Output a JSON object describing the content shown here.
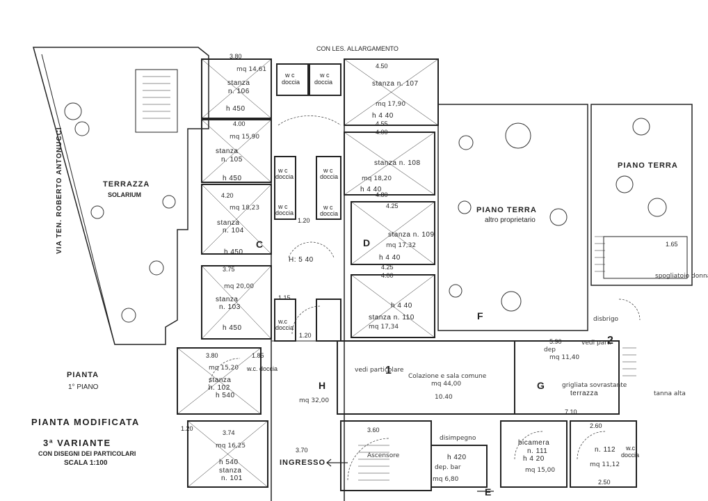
{
  "street": "VIA TEN. ROBERTO ANTONUCCI",
  "top_note": "CON LES. ALLARGAMENTO",
  "terrace": {
    "title": "TERRAZZA",
    "subtitle": "SOLARIUM"
  },
  "piano_terra_center": {
    "title": "PIANO TERRA",
    "subtitle": "altro proprietario"
  },
  "piano_terra_right": {
    "title": "PIANO TERRA"
  },
  "legend": {
    "pianta": "PIANTA",
    "piano": "1° PIANO",
    "modificata": "PIANTA MODIFICATA",
    "variante": "3ª VARIANTE",
    "disegni": "CON DISEGNI DEI PARTICOLARI",
    "scala": "SCALA 1:100"
  },
  "rooms": {
    "r106": {
      "name": "stanza",
      "num": "n. 106",
      "mq": "mq 14,61",
      "h": "h 450"
    },
    "r105": {
      "name": "stanza",
      "num": "n. 105",
      "mq": "mq 15,90",
      "h": "h 450"
    },
    "r104": {
      "name": "stanza",
      "num": "n. 104",
      "mq": "mq 18,23",
      "h": "h 450"
    },
    "r103": {
      "name": "stanza",
      "num": "n. 103",
      "mq": "mq 20,00",
      "h": "h 450"
    },
    "r102": {
      "name": "stanza",
      "num": "n. 102",
      "mq": "mq 15,20",
      "h": "h 540"
    },
    "r101": {
      "name": "stanza",
      "num": "n. 101",
      "mq": "mq 16,25",
      "h": "h 540"
    },
    "r107": {
      "name": "stanza n. 107",
      "mq": "mq 17,90",
      "h": "h 4 40"
    },
    "r108": {
      "name": "stanza n. 108",
      "mq": "mq 18,20",
      "h": "h 4 40"
    },
    "r109": {
      "name": "stanza n. 109",
      "mq": "mq 17,32",
      "h": "h 4 40"
    },
    "r110": {
      "name": "stanza n. 110",
      "mq": "mq 17,34",
      "h": "h 4 40"
    },
    "r111": {
      "name": "bicamera",
      "num": "n. 111",
      "h": "h 4 20",
      "mq": "mq 15,00"
    },
    "r112": {
      "name": "n. 112",
      "mq": "mq 11,12"
    }
  },
  "services": {
    "wc1": "w c",
    "doccia1": "doccia",
    "wc2": "w c",
    "doccia2": "doccia",
    "wc3": "w c",
    "doccia3": "doccia",
    "wc4": "w c",
    "doccia4": "doccia",
    "wc5": "w c",
    "doccia5": "doccia",
    "wc6": "w c",
    "doccia6": "doccia",
    "wc7": "w.c",
    "doccia7": "doccia",
    "wc8": "w.c. doccia",
    "wc9": "w.c",
    "doccia9": "doccia"
  },
  "central": {
    "hall_h": "H: 5 40",
    "colazione": "Colazione e sala comune",
    "colazione_mq": "mq 44,00",
    "colazione_dim": "10.40",
    "vedi_part": "vedi particolare",
    "corridor_mq": "mq 32,00",
    "ingresso": "INGRESSO",
    "ascensore": "Ascensore",
    "disimpegno": "disimpegno",
    "deposito": "dep",
    "deposito_mq": "mq 11,40",
    "vedi_part2": "vedi part.",
    "terrazza": "terrazza",
    "terrazza_note": "grigliata sovrastante",
    "tanna": "tanna alta",
    "disbrigo": "disbrigo",
    "h420": "h 420",
    "dep_small": "dep. bar",
    "mq_small": "mq 6,80",
    "cuoco": "spogliatoio donna"
  },
  "letters": {
    "C": "C",
    "D": "D",
    "E": "E",
    "F": "F",
    "G": "G",
    "H": "H",
    "one": "1",
    "two": "2"
  },
  "dims": {
    "d380": "3.80",
    "d400": "4.00",
    "d420": "4.20",
    "d450": "4.50",
    "d455": "4.55",
    "d480": "4.80",
    "d425": "4.25",
    "d375": "3.75",
    "d374": "3.74",
    "d115": "1.15",
    "d120": "1.20",
    "d185": "1.85",
    "d360": "3.60",
    "d590": "5.90",
    "d710": "7.10",
    "d250": "2.50",
    "d260": "2.60",
    "d165": "1.65",
    "d370": "3.70"
  }
}
